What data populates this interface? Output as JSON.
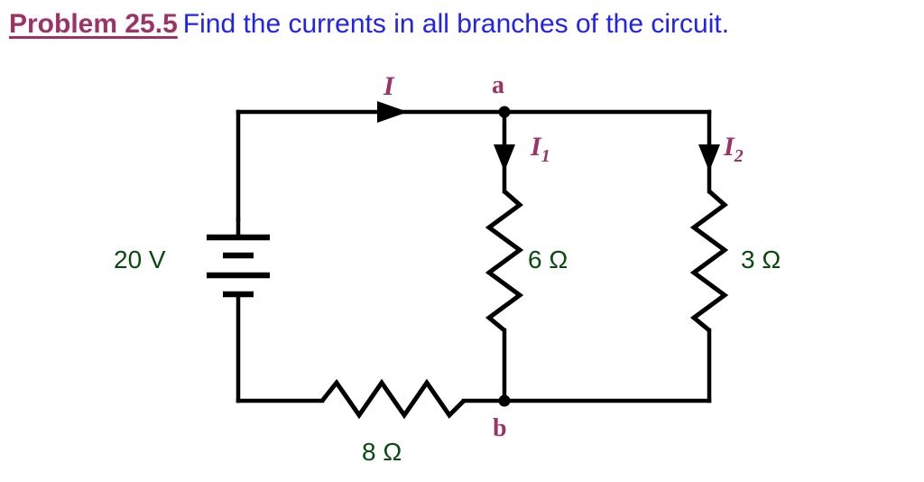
{
  "title": {
    "problem_label": "Problem 25.5",
    "statement": "Find the currents in all branches of the circuit.",
    "label_color": "#9B3365",
    "statement_color": "#2222EE"
  },
  "circuit": {
    "source": {
      "name": "battery",
      "label": "20 V",
      "label_color": "#0A4A10"
    },
    "nodes": [
      {
        "name": "node-a",
        "label": "a",
        "label_color": "#9B3365"
      },
      {
        "name": "node-b",
        "label": "b",
        "label_color": "#9B3365"
      }
    ],
    "currents": [
      {
        "name": "current-I",
        "symbol": "I",
        "subscript": "",
        "direction": "right",
        "color": "#9B3365"
      },
      {
        "name": "current-I1",
        "symbol": "I",
        "subscript": "1",
        "direction": "down",
        "color": "#9B3365"
      },
      {
        "name": "current-I2",
        "symbol": "I",
        "subscript": "2",
        "direction": "down",
        "color": "#9B3365"
      }
    ],
    "resistors": [
      {
        "name": "resistor-6-ohm",
        "label": "6 Ω",
        "value": 6,
        "unit": "Ω",
        "orientation": "vertical",
        "branch": "middle",
        "color": "#0A4A10"
      },
      {
        "name": "resistor-3-ohm",
        "label": "3 Ω",
        "value": 3,
        "unit": "Ω",
        "orientation": "vertical",
        "branch": "right",
        "color": "#0A4A10"
      },
      {
        "name": "resistor-8-ohm",
        "label": "8 Ω",
        "value": 8,
        "unit": "Ω",
        "orientation": "horizontal",
        "branch": "bottom",
        "color": "#0A4A10"
      }
    ],
    "wire_color": "#000000"
  }
}
